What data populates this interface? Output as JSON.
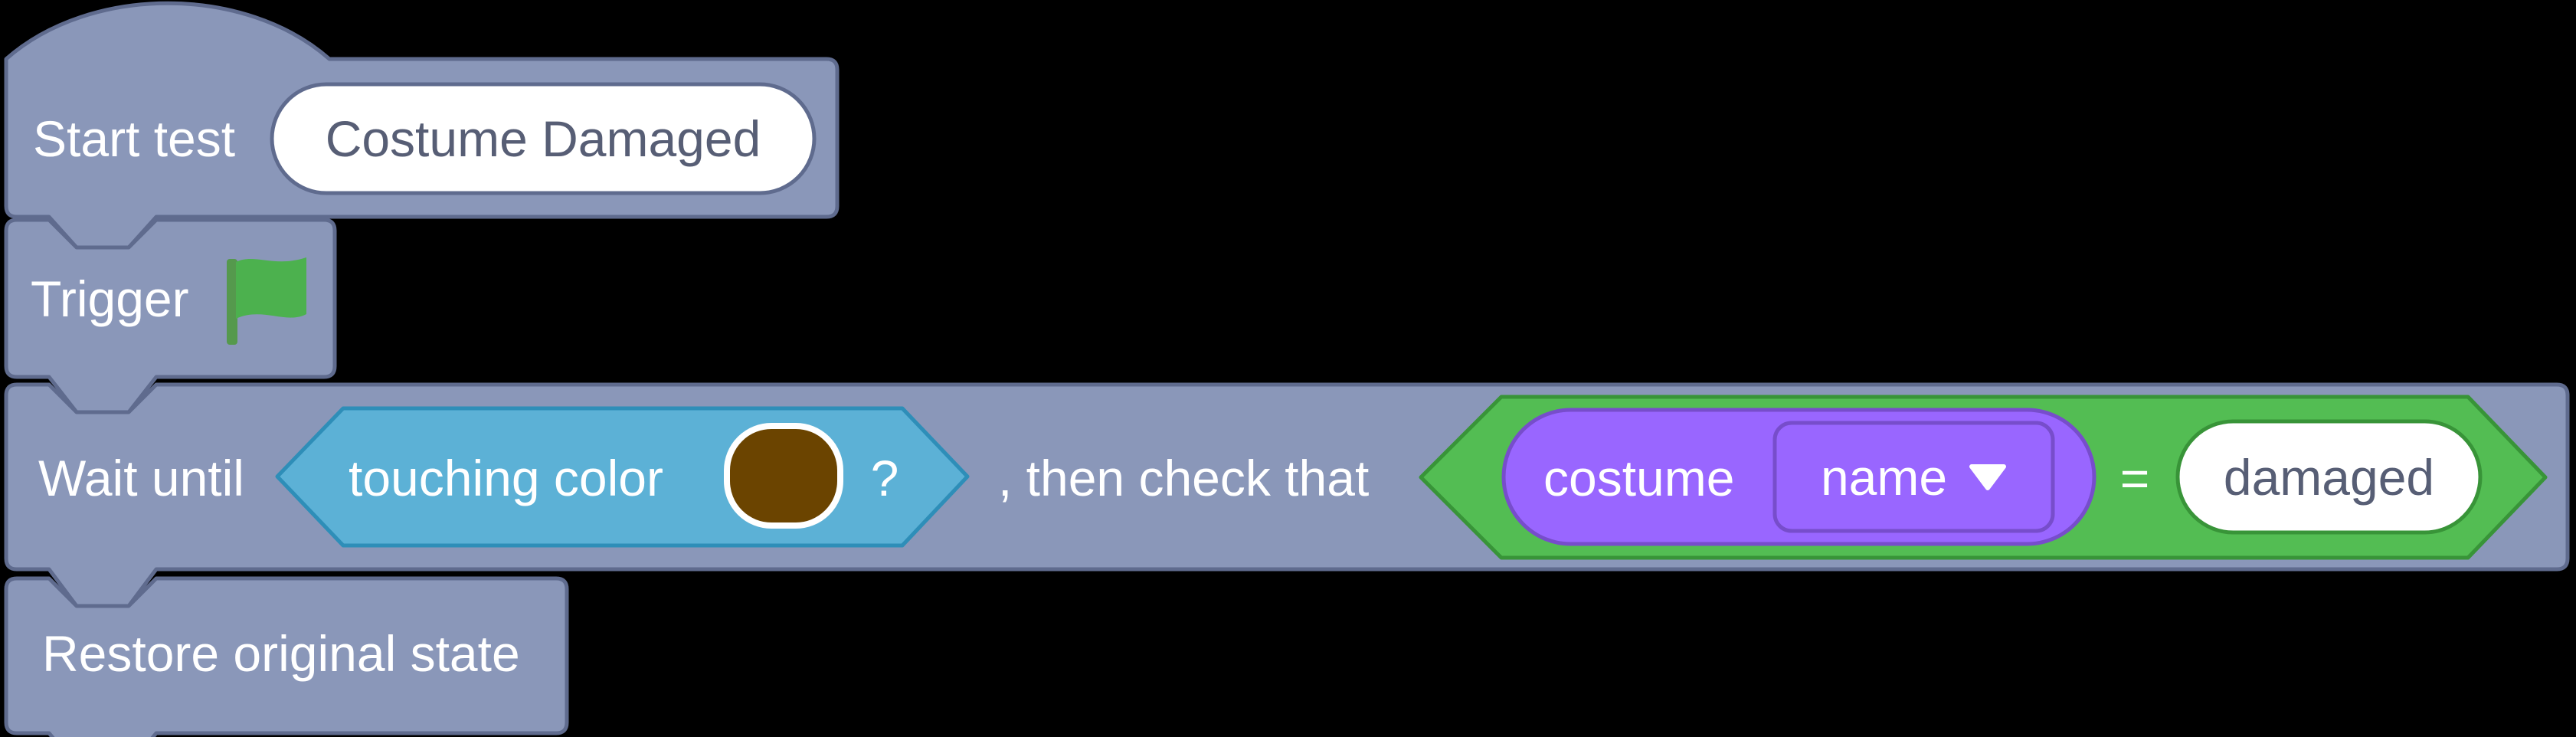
{
  "colors": {
    "background": "#000000",
    "slate_fill": "#8A97B9",
    "slate_border": "#5F6B8E",
    "sensing_fill": "#5CB1D6",
    "sensing_border": "#2E8EB8",
    "operator_fill": "#53BD53",
    "operator_border": "#389438",
    "looks_fill": "#9966FF",
    "looks_border": "#774DCB",
    "input_text": "#575E75",
    "white": "#FFFFFF",
    "color_swatch": "#6B4400",
    "flag_green": "#4CB14E",
    "flag_pole": "#55994D"
  },
  "blocks": {
    "start_test": {
      "label": "Start test",
      "test_name": "Costume Damaged"
    },
    "trigger": {
      "label": "Trigger",
      "icon": "green-flag-icon"
    },
    "wait_until": {
      "label": "Wait until",
      "condition": {
        "label_prefix": "touching color",
        "color_value": "#6B4400",
        "label_suffix": "?"
      },
      "connector": ", then check that",
      "assertion": {
        "reporter": {
          "label": "costume",
          "dropdown_value": "name"
        },
        "operator": "=",
        "expected_value": "damaged"
      }
    },
    "restore": {
      "label": "Restore original state"
    }
  }
}
